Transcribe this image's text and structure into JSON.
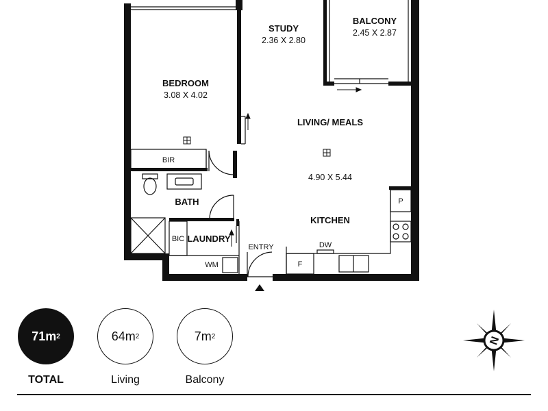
{
  "rooms": {
    "bedroom": {
      "name": "BEDROOM",
      "size": "3.08 X 4.02"
    },
    "study": {
      "name": "STUDY",
      "size": "2.36 X 2.80"
    },
    "balcony": {
      "name": "BALCONY",
      "size": "2.45 X 2.87"
    },
    "living": {
      "name": "LIVING/ MEALS",
      "size": "4.90 X 5.44"
    },
    "kitchen": {
      "name": "KITCHEN"
    },
    "bath": {
      "name": "BATH"
    },
    "laundry": {
      "name": "LAUNDRY"
    }
  },
  "fixtures": {
    "bir": "BIR",
    "bic": "BIC",
    "wm": "WM",
    "entry": "ENTRY",
    "dw": "DW",
    "fridge": "F",
    "pantry": "P"
  },
  "areas": {
    "total": {
      "value": "71m",
      "unit_sup": "2",
      "label": "TOTAL"
    },
    "living": {
      "value": "64m",
      "unit_sup": "2",
      "label": "Living"
    },
    "balcony": {
      "value": "7m",
      "unit_sup": "2",
      "label": "Balcony"
    }
  },
  "compass": {
    "letter": "N",
    "icon": "compass-rose-icon"
  },
  "colors": {
    "wall": "#111111",
    "total_fill": "#111111",
    "background": "#ffffff"
  }
}
